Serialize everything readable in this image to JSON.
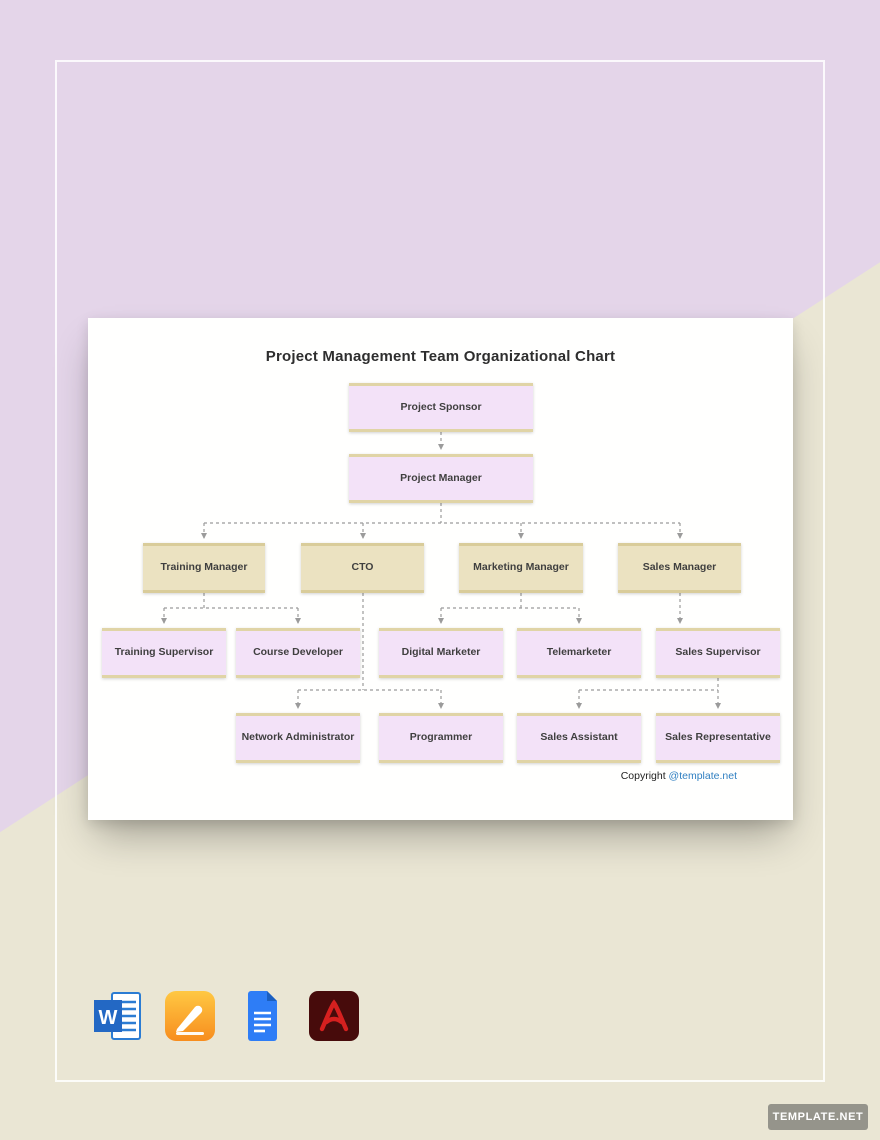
{
  "title": "Project Management Team Organizational Chart",
  "nodes": {
    "sponsor": "Project Sponsor",
    "manager": "Project Manager",
    "training_manager": "Training Manager",
    "cto": "CTO",
    "marketing_manager": "Marketing Manager",
    "sales_manager": "Sales Manager",
    "training_supervisor": "Training Supervisor",
    "course_developer": "Course Developer",
    "digital_marketer": "Digital Marketer",
    "telemarketer": "Telemarketer",
    "sales_supervisor": "Sales Supervisor",
    "network_administrator": "Network Administrator",
    "programmer": "Programmer",
    "sales_assistant": "Sales Assistant",
    "sales_representative": "Sales Representative"
  },
  "hierarchy": [
    {
      "parent": "Project Sponsor",
      "children": [
        "Project Manager"
      ]
    },
    {
      "parent": "Project Manager",
      "children": [
        "Training Manager",
        "CTO",
        "Marketing Manager",
        "Sales Manager"
      ]
    },
    {
      "parent": "Training Manager",
      "children": [
        "Training Supervisor",
        "Course Developer"
      ]
    },
    {
      "parent": "CTO",
      "children": [
        "Network Administrator",
        "Programmer"
      ]
    },
    {
      "parent": "Marketing Manager",
      "children": [
        "Digital Marketer",
        "Telemarketer"
      ]
    },
    {
      "parent": "Sales Manager",
      "children": [
        "Sales Supervisor"
      ]
    },
    {
      "parent": "Sales Supervisor",
      "children": [
        "Sales Assistant",
        "Sales Representative"
      ]
    }
  ],
  "footer": {
    "copyright_label": "Copyright ",
    "copyright_link": "@template.net"
  },
  "watermark": "TEMPLATE.NET",
  "icons": [
    {
      "name": "ms-word-icon",
      "letter": "W"
    },
    {
      "name": "apple-pages-icon"
    },
    {
      "name": "google-docs-icon"
    },
    {
      "name": "adobe-acrobat-icon"
    }
  ],
  "colors": {
    "background_top": "#e4d5e9",
    "background_bottom": "#eae6d4",
    "node_lavender": "#f3e2f8",
    "node_tan": "#ebe2c1",
    "node_border": "#e0d4a6",
    "connector": "#9b9b9b",
    "link_blue": "#2f7fc1"
  }
}
